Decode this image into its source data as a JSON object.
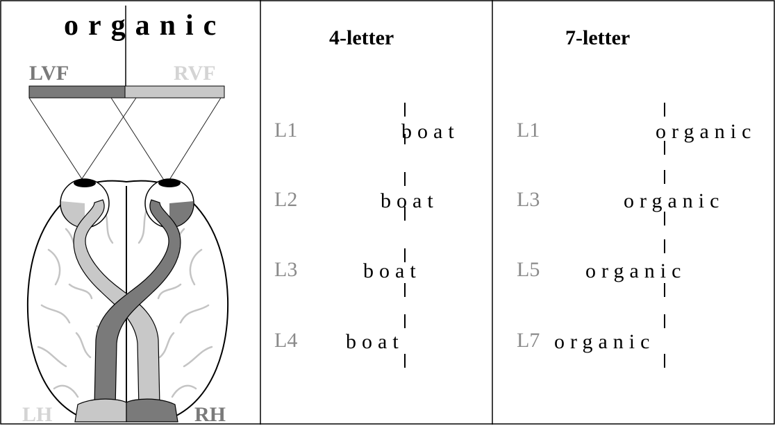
{
  "brain": {
    "top_word": "organic",
    "lvf": "LVF",
    "rvf": "RVF",
    "lh": "LH",
    "rh": "RH"
  },
  "panel_4": {
    "header": "4-letter",
    "word": "boat",
    "rows": [
      {
        "label": "L1"
      },
      {
        "label": "L2"
      },
      {
        "label": "L3"
      },
      {
        "label": "L4"
      }
    ]
  },
  "panel_7": {
    "header": "7-letter",
    "word": "organic",
    "rows": [
      {
        "label": "L1"
      },
      {
        "label": "L3"
      },
      {
        "label": "L5"
      },
      {
        "label": "L7"
      }
    ]
  },
  "colors": {
    "light_gray": "#c8c8c8",
    "dark_gray": "#7a7a7a",
    "border": "#000000"
  }
}
